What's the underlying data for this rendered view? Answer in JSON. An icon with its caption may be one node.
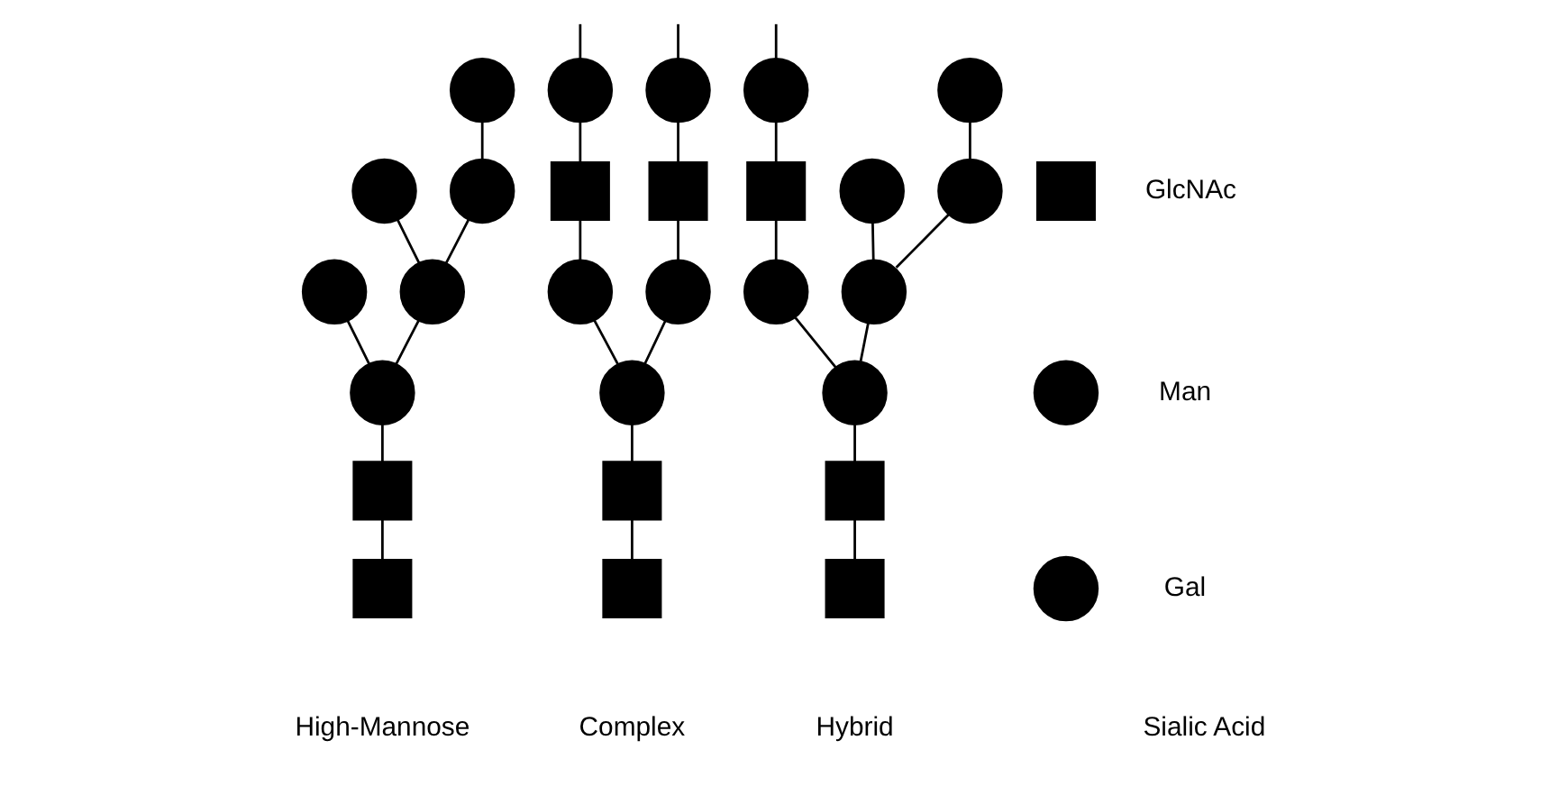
{
  "diagram": {
    "nodes": [
      {
        "text": [],
        "shape": "box"
      },
      {
        "text": [],
        "shape": "box"
      },
      {
        "text": [],
        "shape": "circle"
      },
      {
        "text": [],
        "shape": "circle"
      },
      {
        "text": [],
        "shape": "circle"
      },
      {
        "text": [],
        "shape": "circle"
      },
      {
        "text": [],
        "shape": "circle"
      },
      {
        "text": [],
        "shape": "circle"
      },
      {
        "text": [],
        "shape": "box"
      },
      {
        "text": [],
        "shape": "box"
      },
      {
        "text": [],
        "shape": "circle"
      },
      {
        "text": [],
        "shape": "circle"
      },
      {
        "text": [],
        "shape": "circle"
      },
      {
        "text": [],
        "shape": "box"
      },
      {
        "text": [],
        "shape": "box"
      },
      {
        "text": [],
        "shape": "circle"
      },
      {
        "text": [],
        "shape": "circle"
      },
      {
        "text": [],
        "shape": "box"
      },
      {
        "text": [],
        "shape": "box"
      },
      {
        "text": [],
        "shape": "circle"
      },
      {
        "text": [],
        "shape": "circle"
      },
      {
        "text": [],
        "shape": "circle"
      },
      {
        "text": [],
        "shape": "box"
      },
      {
        "text": [],
        "shape": "circle"
      },
      {
        "text": [],
        "shape": "circle"
      },
      {
        "text": [],
        "shape": "circle"
      },
      {
        "text": [],
        "shape": "circle"
      },
      {
        "text": [],
        "shape": "box"
      },
      {
        "text": [],
        "shape": "circle"
      },
      {
        "text": [],
        "shape": "circle"
      }
    ],
    "edges": [
      {
        "from": 0,
        "to": 1,
        "arrow": "none"
      },
      {
        "from": 1,
        "to": 2,
        "arrow": "none"
      },
      {
        "from": 2,
        "to": 3,
        "arrow": "none"
      },
      {
        "from": 2,
        "to": 4,
        "arrow": "none"
      },
      {
        "from": 4,
        "to": 5,
        "arrow": "none"
      },
      {
        "from": 4,
        "to": 6,
        "arrow": "none"
      },
      {
        "from": 6,
        "to": 7,
        "arrow": "none"
      },
      {
        "from": 8,
        "to": 9,
        "arrow": "none"
      },
      {
        "from": 9,
        "to": 10,
        "arrow": "none"
      },
      {
        "from": 10,
        "to": 11,
        "arrow": "none"
      },
      {
        "from": 10,
        "to": 12,
        "arrow": "none"
      },
      {
        "from": 11,
        "to": 13,
        "arrow": "none"
      },
      {
        "from": 12,
        "to": 14,
        "arrow": "none"
      },
      {
        "from": 13,
        "to": 15,
        "arrow": "none"
      },
      {
        "from": 14,
        "to": 16,
        "arrow": "none"
      },
      {
        "from": 15,
        "to": null,
        "arrow": "none"
      },
      {
        "from": 16,
        "to": null,
        "arrow": "none"
      },
      {
        "from": 17,
        "to": 18,
        "arrow": "none"
      },
      {
        "from": 18,
        "to": 19,
        "arrow": "none"
      },
      {
        "from": 19,
        "to": 20,
        "arrow": "none"
      },
      {
        "from": 19,
        "to": 21,
        "arrow": "none"
      },
      {
        "from": 20,
        "to": 22,
        "arrow": "none"
      },
      {
        "from": 21,
        "to": 23,
        "arrow": "none"
      },
      {
        "from": 21,
        "to": 24,
        "arrow": "none"
      },
      {
        "from": 22,
        "to": 25,
        "arrow": "none"
      },
      {
        "from": 24,
        "to": 26,
        "arrow": "none"
      },
      {
        "from": 25,
        "to": null,
        "arrow": "none"
      }
    ],
    "labels": [
      "High-Mannose",
      "Complex",
      "Hybrid"
    ],
    "legend": [
      {
        "text": "GlcNAc"
      },
      {
        "text": "Man"
      },
      {
        "text": "Gal"
      },
      {
        "text": "Sialic Acid"
      }
    ]
  }
}
